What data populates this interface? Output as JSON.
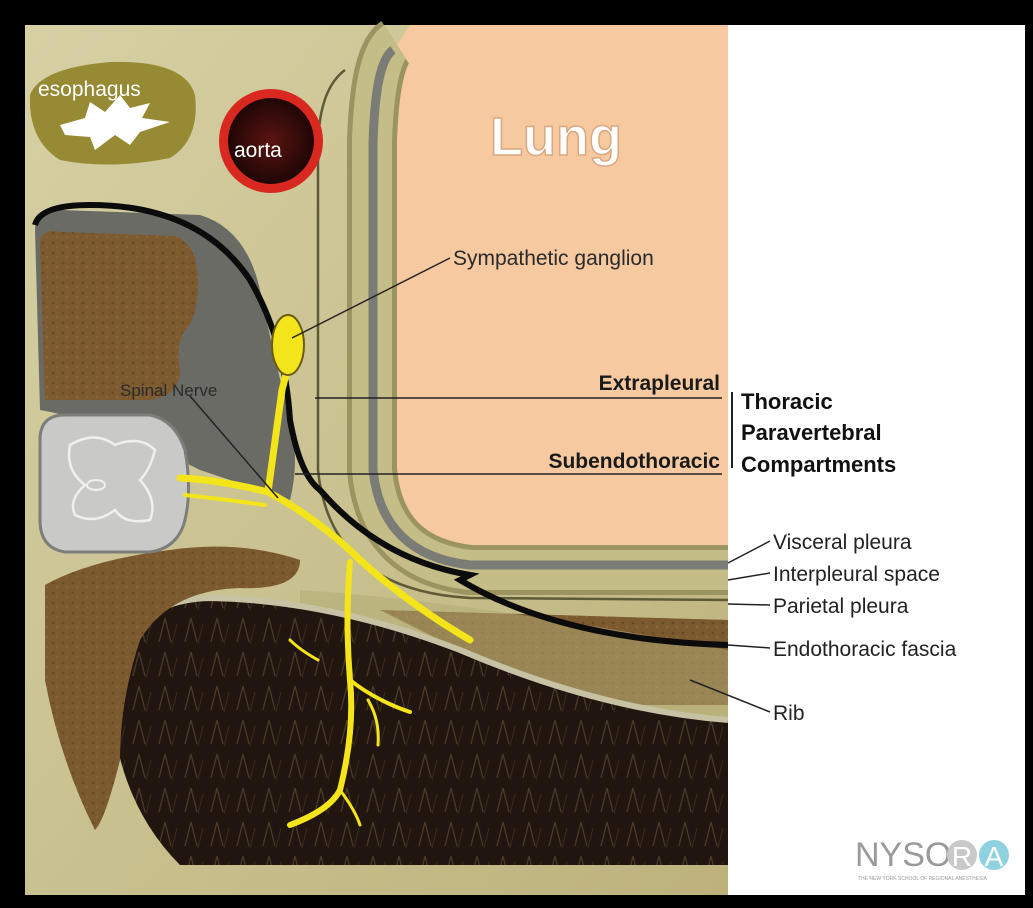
{
  "labels": {
    "esophagus": "esophagus",
    "aorta": "aorta",
    "lung": "Lung",
    "sympathetic_ganglion": "Sympathetic ganglion",
    "spinal_nerve": "Spinal Nerve",
    "extrapleural": "Extrapleural",
    "subendothoracic": "Subendothoracic",
    "compartment_line1": "Thoracic",
    "compartment_line2": "Paravertebral",
    "compartment_line3": "Compartments",
    "visceral_pleura": "Visceral pleura",
    "interpleural_space": "Interpleural space",
    "parietal_pleura": "Parietal pleura",
    "endothoracic_fascia": "Endothoracic fascia",
    "rib": "Rib"
  },
  "logo": {
    "text_prefix": "NYSO",
    "text_r": "R",
    "text_a": "A",
    "tagline": "THE NEW YORK SCHOOL OF REGIONAL ANESTHESIA"
  },
  "colors": {
    "frame": "#000000",
    "tissue": "#c9c08f",
    "layer_olive": "#a8a068",
    "lung": "#f6c9a0",
    "muscle": "#1f1513",
    "bone_brown": "#7a5a2e",
    "nerve": "#f4e51a",
    "aorta_ring": "#d8281f"
  }
}
